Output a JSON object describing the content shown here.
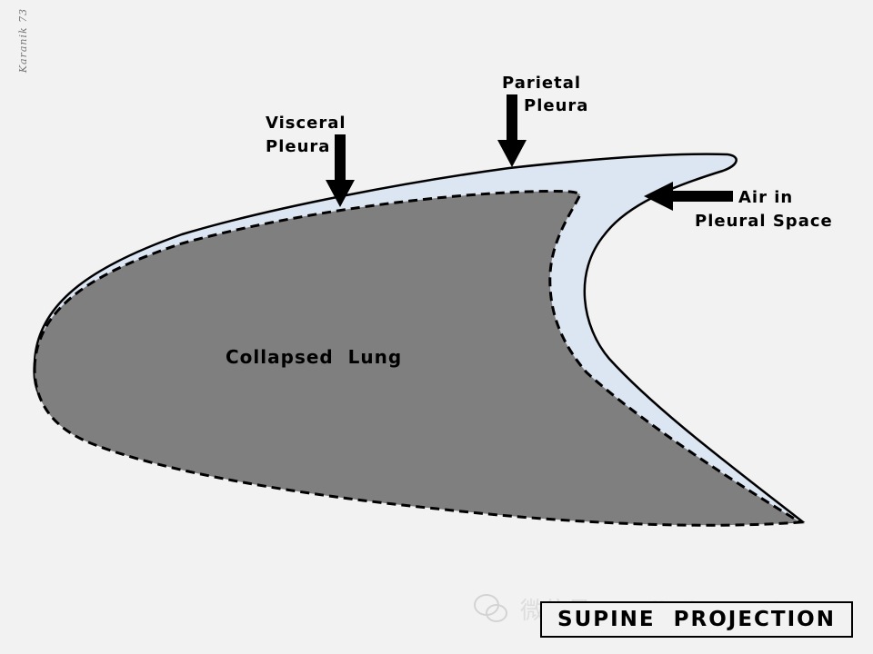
{
  "diagram": {
    "signature": "Karanik 73",
    "labels": {
      "parietal_line1": "Parietal",
      "parietal_line2": "Pleura",
      "visceral_line1": "Visceral",
      "visceral_line2": "Pleura",
      "air_line1": "Air in",
      "air_line2": "Pleural Space",
      "lung": "Collapsed  Lung"
    },
    "title": "SUPINE  PROJECTION",
    "watermark": "微信号: cardiothoracx01",
    "colors": {
      "background": "#f2f2f2",
      "pleural_air": "#dce6f2",
      "lung": "#7f7f7f",
      "outline": "#000000"
    },
    "icons": [
      "arrow-down-icon",
      "arrow-left-icon",
      "chat-bubbles-icon"
    ]
  }
}
